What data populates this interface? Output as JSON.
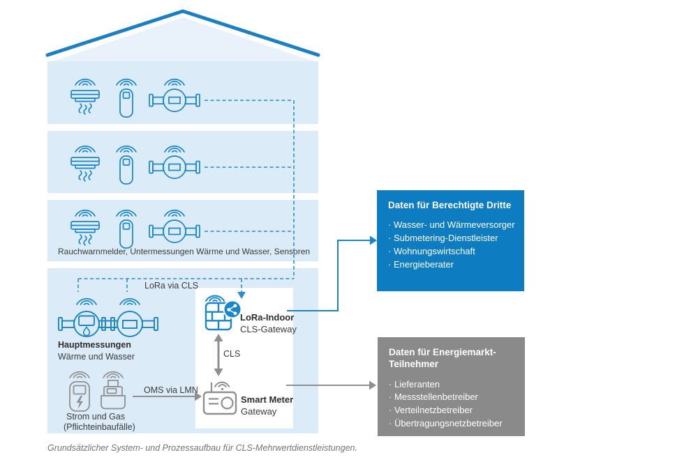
{
  "colors": {
    "accent_blue": "#1a86c8",
    "roof_blue": "#1b7fc2",
    "box_blue": "#0d7cc1",
    "box_gray": "#8a8a8a",
    "floor_fill": "#dbebf7",
    "roof_fill": "#e9f1fa",
    "line_gray": "#8f8f8f"
  },
  "house": {
    "floors_caption": "Rauchwarnmelder, Untermessungen Wärme und Wasser, Sensoren",
    "hauptmessungen": {
      "title": "Hauptmessungen",
      "subtitle": "Wärme und Wasser"
    },
    "strom_gas": {
      "title": "Strom und Gas",
      "subtitle": "(Pflichteinbaufälle)"
    }
  },
  "connections": {
    "lora_via_cls": "LoRa via CLS",
    "oms_via_lmn": "OMS via LMN",
    "cls": "CLS"
  },
  "gateways": {
    "lora_indoor": {
      "title": "LoRa-Indoor",
      "subtitle": "CLS-Gateway"
    },
    "smart_meter": {
      "title": "Smart Meter",
      "subtitle": "Gateway"
    }
  },
  "boxes": {
    "berechtigte": {
      "title": "Daten für Berechtigte Dritte",
      "items": [
        "· Wasser- und Wärmeversorger",
        "· Submetering-Dienstleister",
        "· Wohnungswirtschaft",
        "· Energieberater"
      ]
    },
    "energiemarkt": {
      "title": "Daten für Energiemarkt-Teilnehmer",
      "items": [
        "· Lieferanten",
        "· Messstellenbetreiber",
        "· Verteilnetzbetreiber",
        "· Übertragungsnetzbetreiber"
      ]
    }
  },
  "caption": "Grundsätzlicher System- und Prozessaufbau für CLS-Mehrwertdienstleistungen."
}
